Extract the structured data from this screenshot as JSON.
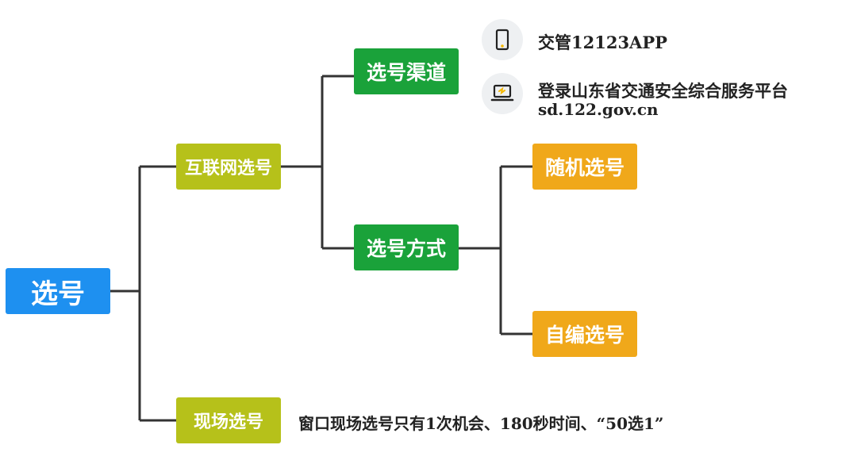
{
  "colors": {
    "root": "#1E90F0",
    "internet": "#B6C11A",
    "green": "#1AA23A",
    "orange": "#F0A81A",
    "onsite": "#B6C11A",
    "line": "#333333",
    "icon_accent": "#F5B800"
  },
  "root": {
    "label": "选号"
  },
  "internet": {
    "label": "互联网选号"
  },
  "channels": {
    "label": "选号渠道",
    "items": [
      {
        "icon": "phone-icon",
        "text": "交管12123APP"
      },
      {
        "icon": "laptop-icon",
        "text": "登录山东省交通安全综合服务平台",
        "subtext": "sd.122.gov.cn"
      }
    ]
  },
  "methods": {
    "label": "选号方式",
    "options": [
      "随机选号",
      "自编选号"
    ]
  },
  "onsite": {
    "label": "现场选号",
    "note": "窗口现场选号只有1次机会、180秒时间、“50选1”"
  }
}
